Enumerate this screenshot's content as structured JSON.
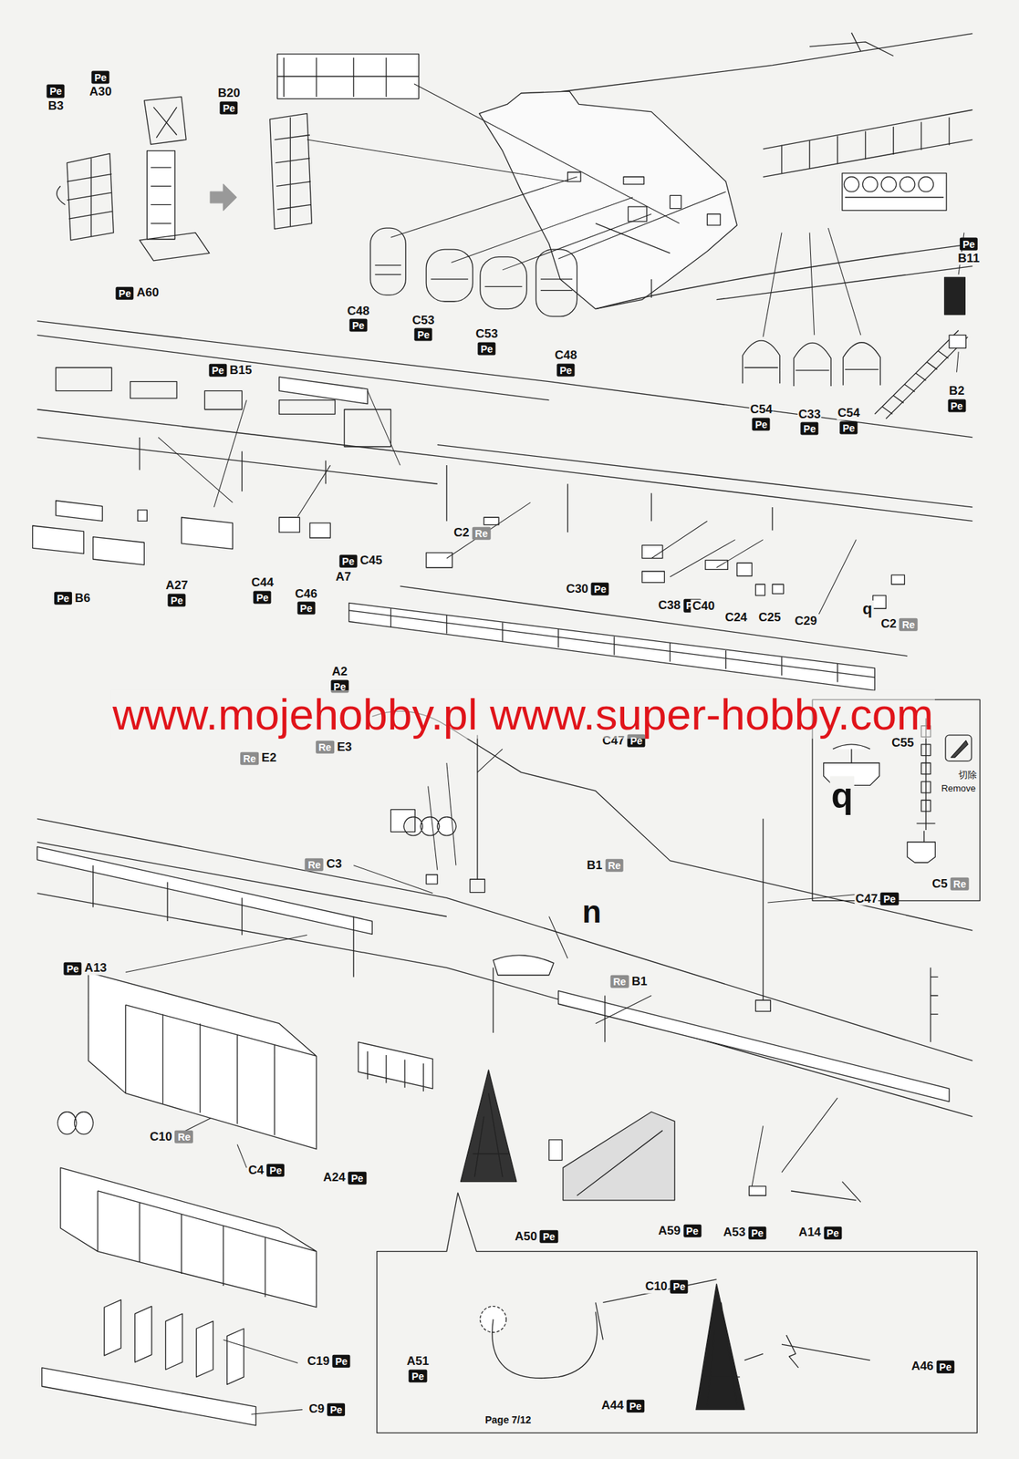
{
  "diagram": {
    "nodes": [
      {
        "text": [
          "B3",
          "Pe"
        ]
      },
      {
        "text": [
          "A30",
          "Pe"
        ]
      },
      {
        "text": [
          "B20",
          "Pe"
        ]
      },
      {
        "text": [
          "A60",
          "Pe"
        ]
      },
      {
        "text": [
          "C48",
          "Pe"
        ]
      },
      {
        "text": [
          "C53",
          "Pe"
        ]
      },
      {
        "text": [
          "C53",
          "Pe"
        ]
      },
      {
        "text": [
          "C48",
          "Pe"
        ]
      },
      {
        "text": [
          "B11",
          "Pe"
        ]
      },
      {
        "text": [
          "C54",
          "Pe"
        ]
      },
      {
        "text": [
          "C33",
          "Pe"
        ]
      },
      {
        "text": [
          "C54",
          "Pe"
        ]
      },
      {
        "text": [
          "B2",
          "Pe"
        ]
      },
      {
        "text": [
          "B15",
          "Pe"
        ]
      },
      {
        "text": [
          "C2",
          "Re"
        ]
      },
      {
        "text": [
          "C45",
          "Pe"
        ]
      },
      {
        "text": [
          "B6",
          "Pe"
        ]
      },
      {
        "text": [
          "A27",
          "Pe"
        ]
      },
      {
        "text": [
          "C44",
          "Pe"
        ]
      },
      {
        "text": [
          "C46",
          "Pe"
        ]
      },
      {
        "text": [
          "C30",
          "Pe"
        ]
      },
      {
        "text": [
          "C38",
          "Pe"
        ]
      },
      {
        "text": [
          "C2",
          "Re"
        ]
      },
      {
        "text": [
          "A2",
          "Pe"
        ]
      },
      {
        "text": [
          "C47",
          "Pe"
        ]
      },
      {
        "text": [
          "E2",
          "Re"
        ]
      },
      {
        "text": [
          "E3",
          "Re"
        ]
      },
      {
        "text": [
          "C5",
          "Re"
        ]
      },
      {
        "text": [
          "C3",
          "Re"
        ]
      },
      {
        "text": [
          "B1",
          "Re"
        ]
      },
      {
        "text": [
          "C47",
          "Pe"
        ]
      },
      {
        "text": [
          "A13",
          "Pe"
        ]
      },
      {
        "text": [
          "B1",
          "Re"
        ]
      },
      {
        "text": [
          "C10",
          "Re"
        ]
      },
      {
        "text": [
          "C4",
          "Pe"
        ]
      },
      {
        "text": [
          "A24",
          "Pe"
        ]
      },
      {
        "text": [
          "A50",
          "Pe"
        ]
      },
      {
        "text": [
          "A59",
          "Pe"
        ]
      },
      {
        "text": [
          "A53",
          "Pe"
        ]
      },
      {
        "text": [
          "A14",
          "Pe"
        ]
      },
      {
        "text": [
          "C10",
          "Pe"
        ]
      },
      {
        "text": [
          "A51",
          "Pe"
        ]
      },
      {
        "text": [
          "A46",
          "Pe"
        ]
      },
      {
        "text": [
          "C19",
          "Pe"
        ]
      },
      {
        "text": [
          "A44",
          "Pe"
        ]
      },
      {
        "text": [
          "C9",
          "Pe"
        ]
      }
    ],
    "labels": [
      "www.mojehobby.pl www.super-hobby.com",
      "A7",
      "C40",
      "C24",
      "C25",
      "C29",
      "q",
      "C55",
      "切除",
      "Remove",
      "q",
      "n",
      "Page 7/12"
    ]
  }
}
